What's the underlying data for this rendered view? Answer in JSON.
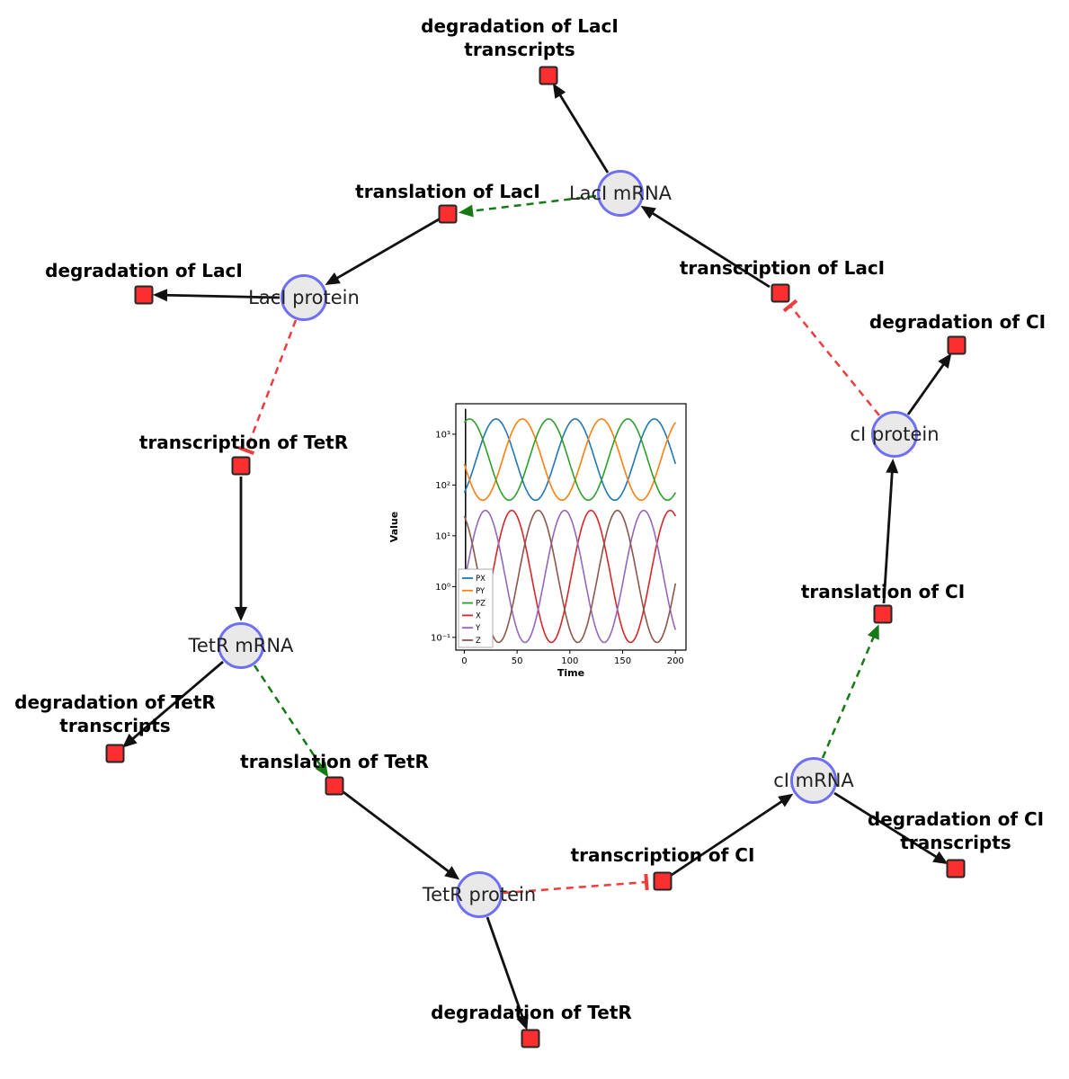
{
  "colors": {
    "species_fill": "#e9e9e9",
    "species_border": "#6f6ff5",
    "reaction_fill": "#fb2f2f",
    "reaction_border": "#262626",
    "edge_solid": "#111111",
    "edge_catalysis": "#157a15",
    "edge_inhibition": "#ef3b3b"
  },
  "diagram": {
    "species": [
      {
        "id": "laci-mrna",
        "label": "LacI mRNA"
      },
      {
        "id": "laci-protein",
        "label": "LacI protein"
      },
      {
        "id": "tetr-mrna",
        "label": "TetR mRNA"
      },
      {
        "id": "tetr-protein",
        "label": "TetR protein"
      },
      {
        "id": "ci-mrna",
        "label": "cI mRNA"
      },
      {
        "id": "ci-protein",
        "label": "cI protein"
      }
    ],
    "reactions": [
      {
        "id": "degradation-of-laci-transcripts",
        "label": "degradation of LacI transcripts",
        "label_lines": [
          "degradation of LacI",
          "transcripts"
        ]
      },
      {
        "id": "translation-of-laci",
        "label": "translation of LacI"
      },
      {
        "id": "degradation-of-laci",
        "label": "degradation of LacI"
      },
      {
        "id": "transcription-of-laci",
        "label": "transcription of LacI"
      },
      {
        "id": "degradation-of-ci",
        "label": "degradation of CI"
      },
      {
        "id": "transcription-of-tetr",
        "label": "transcription of TetR"
      },
      {
        "id": "translation-of-ci",
        "label": "translation of CI"
      },
      {
        "id": "degradation-of-tetr-transcripts",
        "label": "degradation of TetR transcripts",
        "label_lines": [
          "degradation of TetR",
          "transcripts"
        ]
      },
      {
        "id": "translation-of-tetr",
        "label": "translation of TetR"
      },
      {
        "id": "degradation-of-ci-transcripts",
        "label": "degradation of CI transcripts",
        "label_lines": [
          "degradation of CI",
          "transcripts"
        ]
      },
      {
        "id": "transcription-of-ci",
        "label": "transcription of CI"
      },
      {
        "id": "degradation-of-tetr",
        "label": "degradation of TetR"
      }
    ],
    "edges": [
      {
        "from": "LacI mRNA",
        "to": "degradation of LacI transcripts",
        "type": "consumption"
      },
      {
        "from": "transcription of LacI",
        "to": "LacI mRNA",
        "type": "production"
      },
      {
        "from": "LacI mRNA",
        "to": "translation of LacI",
        "type": "catalysis"
      },
      {
        "from": "translation of LacI",
        "to": "LacI protein",
        "type": "production"
      },
      {
        "from": "LacI protein",
        "to": "degradation of LacI",
        "type": "consumption"
      },
      {
        "from": "LacI protein",
        "to": "transcription of TetR",
        "type": "inhibition"
      },
      {
        "from": "transcription of TetR",
        "to": "TetR mRNA",
        "type": "production"
      },
      {
        "from": "TetR mRNA",
        "to": "degradation of TetR transcripts",
        "type": "consumption"
      },
      {
        "from": "TetR mRNA",
        "to": "translation of TetR",
        "type": "catalysis"
      },
      {
        "from": "translation of TetR",
        "to": "TetR protein",
        "type": "production"
      },
      {
        "from": "TetR protein",
        "to": "degradation of TetR",
        "type": "consumption"
      },
      {
        "from": "TetR protein",
        "to": "transcription of CI",
        "type": "inhibition"
      },
      {
        "from": "transcription of CI",
        "to": "cI mRNA",
        "type": "production"
      },
      {
        "from": "cI mRNA",
        "to": "degradation of CI transcripts",
        "type": "consumption"
      },
      {
        "from": "cI mRNA",
        "to": "translation of CI",
        "type": "catalysis"
      },
      {
        "from": "translation of CI",
        "to": "cI protein",
        "type": "production"
      },
      {
        "from": "cI protein",
        "to": "degradation of CI",
        "type": "consumption"
      },
      {
        "from": "cI protein",
        "to": "transcription of LacI",
        "type": "inhibition"
      }
    ]
  },
  "chart_data": {
    "type": "line",
    "title": "",
    "xlabel": "Time",
    "ylabel": "Value",
    "x_range": [
      0,
      200
    ],
    "y_scale": "log",
    "y_range_log10": [
      -1,
      3.5
    ],
    "x_ticks": [
      0,
      50,
      100,
      150,
      200
    ],
    "y_tick_log10": [
      -1,
      0,
      1,
      2,
      3
    ],
    "y_tick_labels": [
      "10⁻¹",
      "10⁰",
      "10¹",
      "10²",
      "10³"
    ],
    "legend_position": "lower left",
    "grid": false,
    "series": [
      {
        "name": "PX",
        "color": "#1f77b4",
        "log10_base": 2.5,
        "log10_amp": 0.8,
        "period": 75,
        "phase": 11.25
      },
      {
        "name": "PY",
        "color": "#ff7f0e",
        "log10_base": 2.5,
        "log10_amp": 0.8,
        "period": 75,
        "phase": 36.25
      },
      {
        "name": "PZ",
        "color": "#2ca02c",
        "log10_base": 2.5,
        "log10_amp": 0.8,
        "period": 75,
        "phase": 61.25
      },
      {
        "name": "X",
        "color": "#d62728",
        "log10_base": 0.2,
        "log10_amp": 1.3,
        "period": 75,
        "phase": 26.25
      },
      {
        "name": "Y",
        "color": "#9467bd",
        "log10_base": 0.2,
        "log10_amp": 1.3,
        "period": 75,
        "phase": 1.25
      },
      {
        "name": "Z",
        "color": "#8c564b",
        "log10_base": 0.2,
        "log10_amp": 1.3,
        "period": 75,
        "phase": 51.25
      }
    ]
  }
}
